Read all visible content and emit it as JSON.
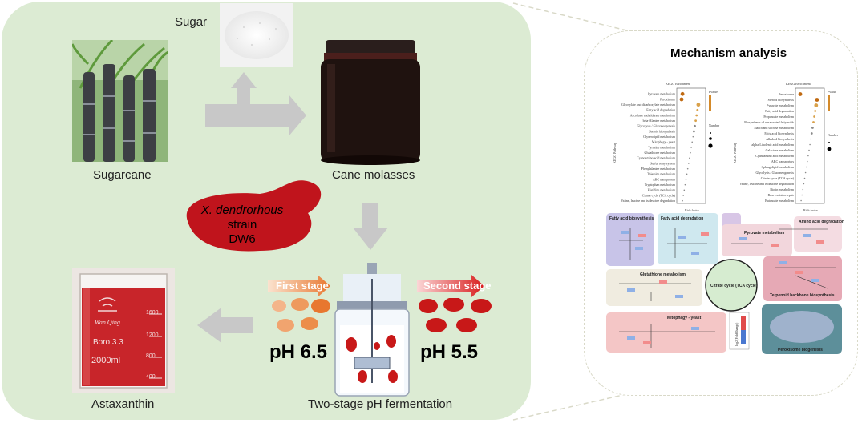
{
  "labels": {
    "sugar": "Sugar",
    "sugarcane": "Sugarcane",
    "cane_molasses": "Cane molasses",
    "strain_line1_italic": "X. dendrorhous",
    "strain_line1_rest": " strain",
    "strain_line2": "DW6",
    "first_stage": "First stage",
    "second_stage": "Second stage",
    "ph1": "pH 6.5",
    "ph2": "pH 5.5",
    "astaxanthin": "Astaxanthin",
    "fermentation": "Two-stage pH fermentation",
    "mechanism": "Mechanism analysis"
  },
  "beaker": {
    "brand": "Wan Qing",
    "glass": "Boro 3.3",
    "volume": "2000ml",
    "marks": [
      "1600",
      "1200",
      "800",
      "400"
    ]
  },
  "kegg_left": {
    "title": "KEGG Enrichment",
    "xlabel": "Rich factor",
    "ylabel": "KEGG Pathway",
    "terms": [
      "Pyruvate metabolism",
      "Peroxisome",
      "Glyoxylate and dicarboxylate metabolism",
      "Fatty acid degradation",
      "Ascorbate and aldarate metabolism",
      "beta-Alanine metabolism",
      "Glycolysis / Gluconeogenesis",
      "Steroid biosynthesis",
      "Glycerolipid metabolism",
      "Mitophagy - yeast",
      "Tyrosine metabolism",
      "Glutathione metabolism",
      "Cyanoamino acid metabolism",
      "Sulfur relay system",
      "Phenylalanine metabolism",
      "Thiamine metabolism",
      "ABC transporters",
      "Tryptophan metabolism",
      "Histidine metabolism",
      "Citrate cycle (TCA cycle)",
      "Valine, leucine and isoleucine degradation"
    ]
  },
  "kegg_right": {
    "title": "KEGG Enrichment",
    "xlabel": "Rich factor",
    "ylabel": "KEGG Pathway",
    "terms": [
      "Peroxisome",
      "Steroid biosynthesis",
      "Pyruvate metabolism",
      "Fatty acid degradation",
      "Propanoate metabolism",
      "Biosynthesis of unsaturated fatty acids",
      "Starch and sucrose metabolism",
      "Fatty acid biosynthesis",
      "Alkaloid biosynthesis",
      "alpha-Linolenic acid metabolism",
      "Galactose metabolism",
      "Cyanoamino acid metabolism",
      "ABC transporters",
      "Sphingolipid metabolism",
      "Glycolysis / Gluconeogenesis",
      "Citrate cycle (TCA cycle)",
      "Valine, leucine and isoleucine degradation",
      "Biotin metabolism",
      "Base excision repair",
      "Butanoate metabolism"
    ]
  },
  "kegg_legend": {
    "pvalue": "Pvalue",
    "number": "Number"
  },
  "pathways": {
    "fatty_acid_biosynthesis": "Fatty acid biosynthesis",
    "fatty_acid_degradation": "Fatty acid degradation",
    "pyruvate_metabolism": "Pyruvate metabolism",
    "amino_acid_degradation": "Amino acid degradation",
    "glutathione_metabolism": "Glutathione metabolism",
    "tca_cycle": "Citrate cycle (TCA cycle)",
    "terpenoid": "Terpenoid backbone biosynthesis",
    "mitophagy": "Mitophagy - yeast",
    "peroxisome": "Peroxisome biogenesis",
    "log2fc": "log2(FoldChange)"
  },
  "colors": {
    "panel_green": "#dcebd3",
    "arrow_gray": "#c8c8c8",
    "yeast_red": "#c0141c",
    "first_stage_orange": "#e8772f",
    "second_stage_red": "#c81818"
  }
}
